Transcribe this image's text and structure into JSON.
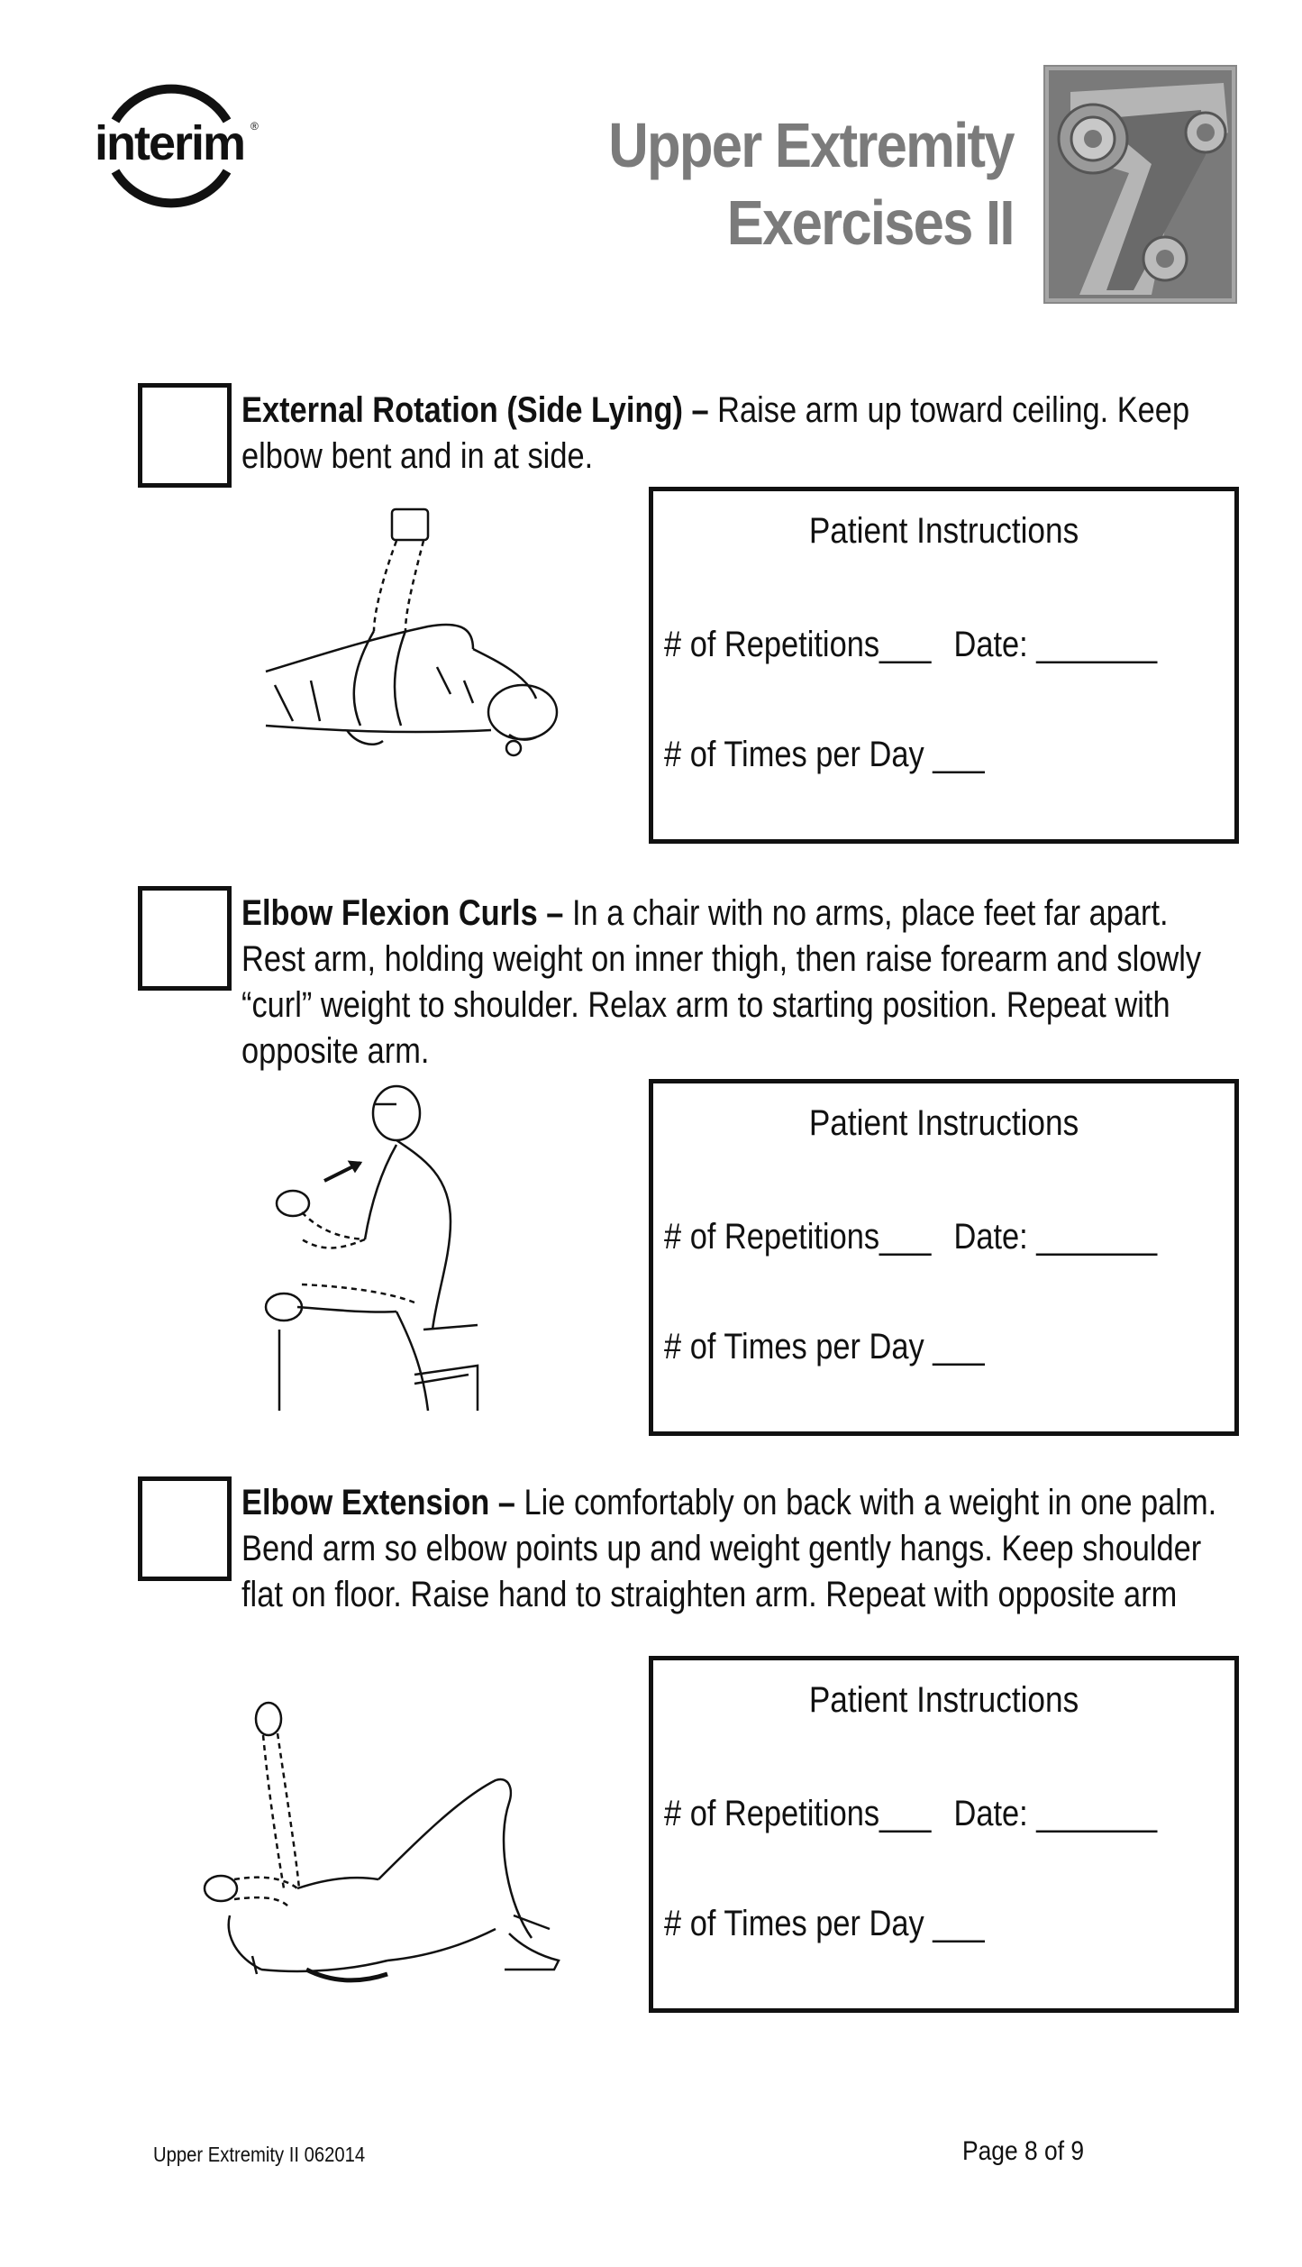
{
  "brand": {
    "logo_text": "interim",
    "registered_mark": "®"
  },
  "header": {
    "title_line1": "Upper Extremity",
    "title_line2": "Exercises II"
  },
  "exercises": [
    {
      "name": "External Rotation (Side Lying) –",
      "description": " Raise arm up toward ceiling. Keep elbow bent and in at side.",
      "panel": {
        "title": "Patient Instructions",
        "repetitions_label": "# of Repetitions___",
        "date_label": "Date: _______",
        "times_label": "# of Times per Day ___"
      }
    },
    {
      "name": "Elbow Flexion Curls –",
      "description": " In a chair with no arms, place feet far apart. Rest arm, holding weight on inner thigh, then raise forearm and slowly “curl” weight to shoulder. Relax arm to starting position. Repeat with opposite arm.",
      "panel": {
        "title": "Patient Instructions",
        "repetitions_label": "# of Repetitions___",
        "date_label": "Date: _______",
        "times_label": "# of Times per Day ___"
      }
    },
    {
      "name": "Elbow Extension –",
      "description": " Lie comfortably on back with a weight in one palm. Bend arm so elbow points up and weight gently hangs. Keep shoulder flat on floor. Raise hand to straighten arm.  Repeat with opposite arm",
      "panel": {
        "title": "Patient Instructions",
        "repetitions_label": "# of Repetitions___",
        "date_label": "Date: _______",
        "times_label": "# of Times per Day ___"
      }
    }
  ],
  "footer": {
    "doc_code": "Upper Extremity II  062014",
    "page": "Page 8 of 9"
  }
}
